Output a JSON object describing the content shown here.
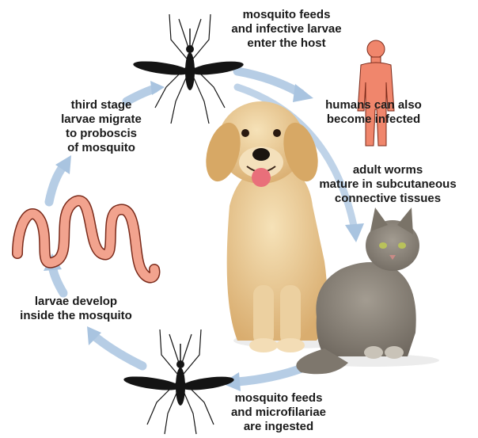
{
  "labels": {
    "mosquito_feeds_top": "mosquito feeds\nand infective larvae\nenter the host",
    "humans_infected": "humans can also\nbecome infected",
    "adult_worms": "adult worms\nmature in subcutaneous\nconnective tissues",
    "mosquito_feeds_bottom": "mosquito feeds\nand microfilariae\nare ingested",
    "larvae_develop": "larvae develop\ninside the mosquito",
    "third_stage": "third stage\nlarvae migrate\nto proboscis\nof mosquito"
  },
  "colors": {
    "arrow": "#a9c4e0",
    "mosquito": "#141414",
    "human": "#f0866c",
    "worm": "#f2a38e",
    "worm_outline": "#7a2a1a",
    "dog": "#e9c894",
    "cat": "#8f887e"
  },
  "icons": [
    "mosquito-icon",
    "human-icon",
    "worm-icon",
    "dog-illustration",
    "cat-illustration"
  ]
}
